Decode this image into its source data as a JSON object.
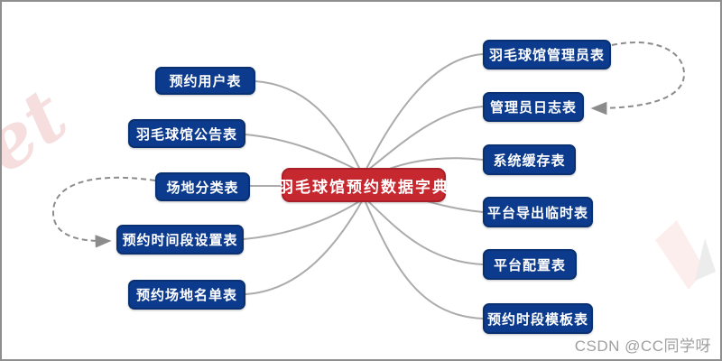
{
  "diagram": {
    "title": "羽毛球馆预约数据字典",
    "center_node": {
      "label": "羽毛球馆预约数据字典"
    },
    "left_nodes": [
      {
        "label": "预约用户表"
      },
      {
        "label": "羽毛球馆公告表"
      },
      {
        "label": "场地分类表"
      },
      {
        "label": "预约时间段设置表"
      },
      {
        "label": "预约场地名单表"
      }
    ],
    "right_nodes": [
      {
        "label": "羽毛球馆管理员表"
      },
      {
        "label": "管理员日志表"
      },
      {
        "label": "系统缓存表"
      },
      {
        "label": "平台导出临时表"
      },
      {
        "label": "平台配置表"
      },
      {
        "label": "预约时段模板表"
      }
    ],
    "edges": [
      {
        "from": "羽毛球馆预约数据字典",
        "to": "预约用户表",
        "style": "solid"
      },
      {
        "from": "羽毛球馆预约数据字典",
        "to": "羽毛球馆公告表",
        "style": "solid"
      },
      {
        "from": "羽毛球馆预约数据字典",
        "to": "场地分类表",
        "style": "solid"
      },
      {
        "from": "羽毛球馆预约数据字典",
        "to": "预约时间段设置表",
        "style": "solid"
      },
      {
        "from": "羽毛球馆预约数据字典",
        "to": "预约场地名单表",
        "style": "solid"
      },
      {
        "from": "羽毛球馆预约数据字典",
        "to": "羽毛球馆管理员表",
        "style": "solid"
      },
      {
        "from": "羽毛球馆预约数据字典",
        "to": "管理员日志表",
        "style": "solid"
      },
      {
        "from": "羽毛球馆预约数据字典",
        "to": "系统缓存表",
        "style": "solid"
      },
      {
        "from": "羽毛球馆预约数据字典",
        "to": "平台导出临时表",
        "style": "solid"
      },
      {
        "from": "羽毛球馆预约数据字典",
        "to": "平台配置表",
        "style": "solid"
      },
      {
        "from": "羽毛球馆预约数据字典",
        "to": "预约时段模板表",
        "style": "solid"
      },
      {
        "from": "场地分类表",
        "to": "预约时间段设置表",
        "style": "dashed-arrow"
      },
      {
        "from": "羽毛球馆管理员表",
        "to": "管理员日志表",
        "style": "dashed-arrow"
      }
    ],
    "colors": {
      "node_fill": "#0c3b8d",
      "node_border": "#093070",
      "center_fill": "#c5282f",
      "center_border": "#a92028",
      "edge_solid": "#ababab",
      "edge_dashed": "#8c8c8c",
      "canvas_border": "#8e8e8e"
    }
  },
  "watermarks": {
    "csdn_text": "CSDN @CC同学呀",
    "corner_text": "et"
  }
}
